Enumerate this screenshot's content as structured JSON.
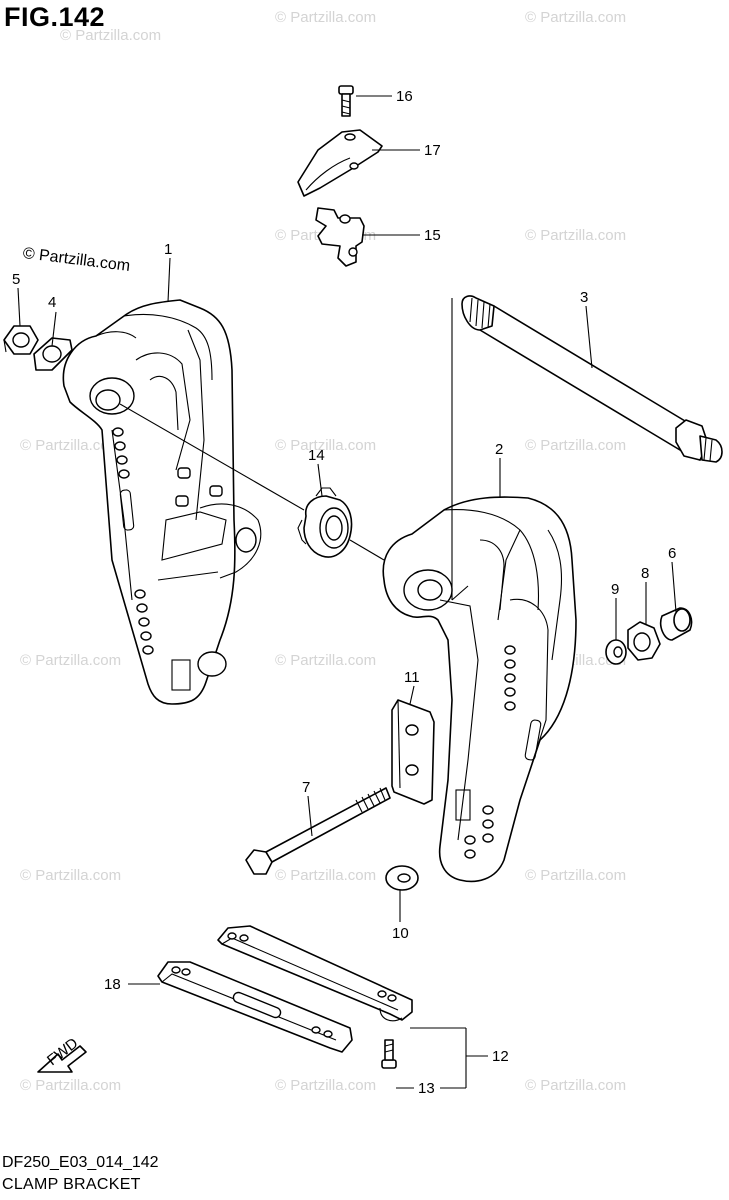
{
  "figure": {
    "title": "FIG.142",
    "credit": "© Partzilla.com",
    "code": "DF250_E03_014_142",
    "name": "CLAMP BRACKET"
  },
  "watermark": "© Partzilla.com",
  "callouts": [
    "1",
    "2",
    "3",
    "4",
    "5",
    "6",
    "7",
    "8",
    "9",
    "10",
    "11",
    "12",
    "13",
    "14",
    "15",
    "16",
    "17",
    "18"
  ],
  "fwd_label": "FWD"
}
